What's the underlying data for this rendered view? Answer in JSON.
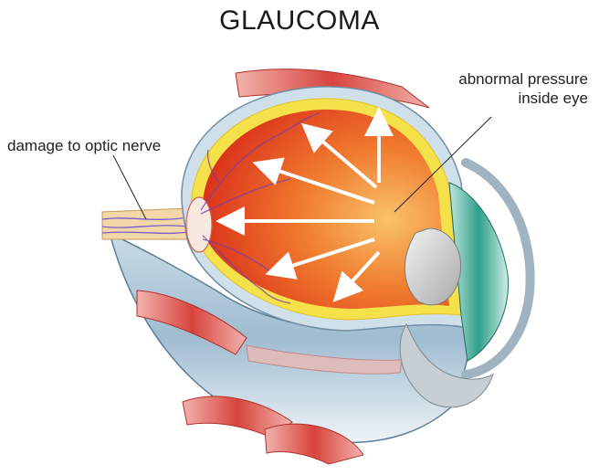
{
  "title": "GLAUCOMA",
  "labels": {
    "optic_nerve": "damage to optic nerve",
    "pressure_line1": "abnormal pressure",
    "pressure_line2": "inside eye"
  },
  "colors": {
    "vitreous": "#e8401c",
    "vitreous_light": "#f7a64a",
    "sclera": "#9ab7cc",
    "retina": "#f5e14a",
    "muscle": "#d94b45",
    "iris": "#2f9e8a"
  }
}
